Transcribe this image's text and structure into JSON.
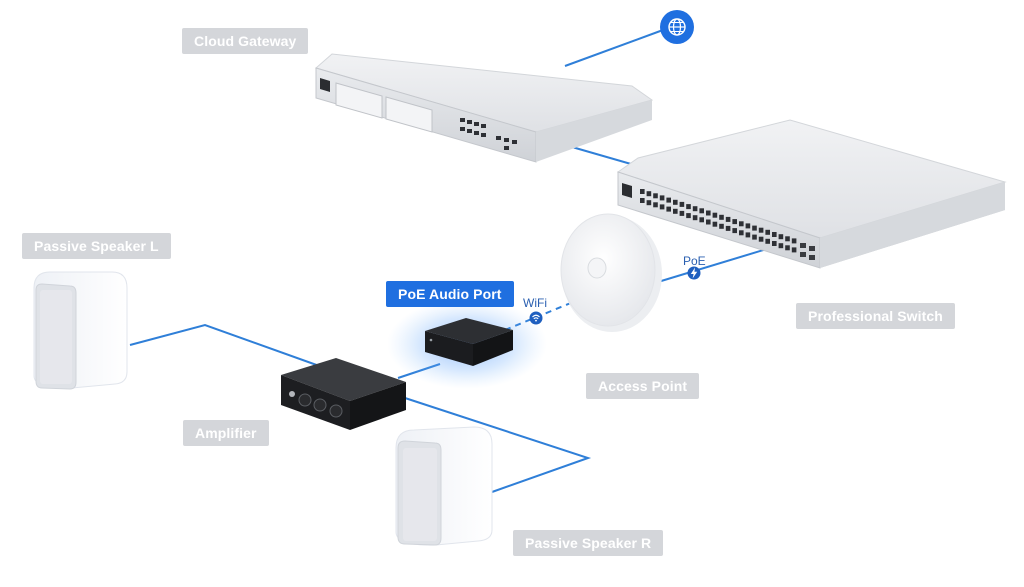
{
  "labels": {
    "cloud_gateway": "Cloud Gateway",
    "professional_switch": "Professional Switch",
    "access_point": "Access Point",
    "poe_audio_port": "PoE Audio Port",
    "amplifier": "Amplifier",
    "passive_speaker_l": "Passive Speaker L",
    "passive_speaker_r": "Passive Speaker R"
  },
  "link_labels": {
    "wifi": "WiFi",
    "poe": "PoE"
  },
  "icons": {
    "internet": "globe-icon",
    "wifi": "wifi-icon",
    "poe": "lightning-icon"
  },
  "colors": {
    "link": "#2f7fd8",
    "accent": "#1f6fe0",
    "label_bg": "#d4d6da"
  }
}
